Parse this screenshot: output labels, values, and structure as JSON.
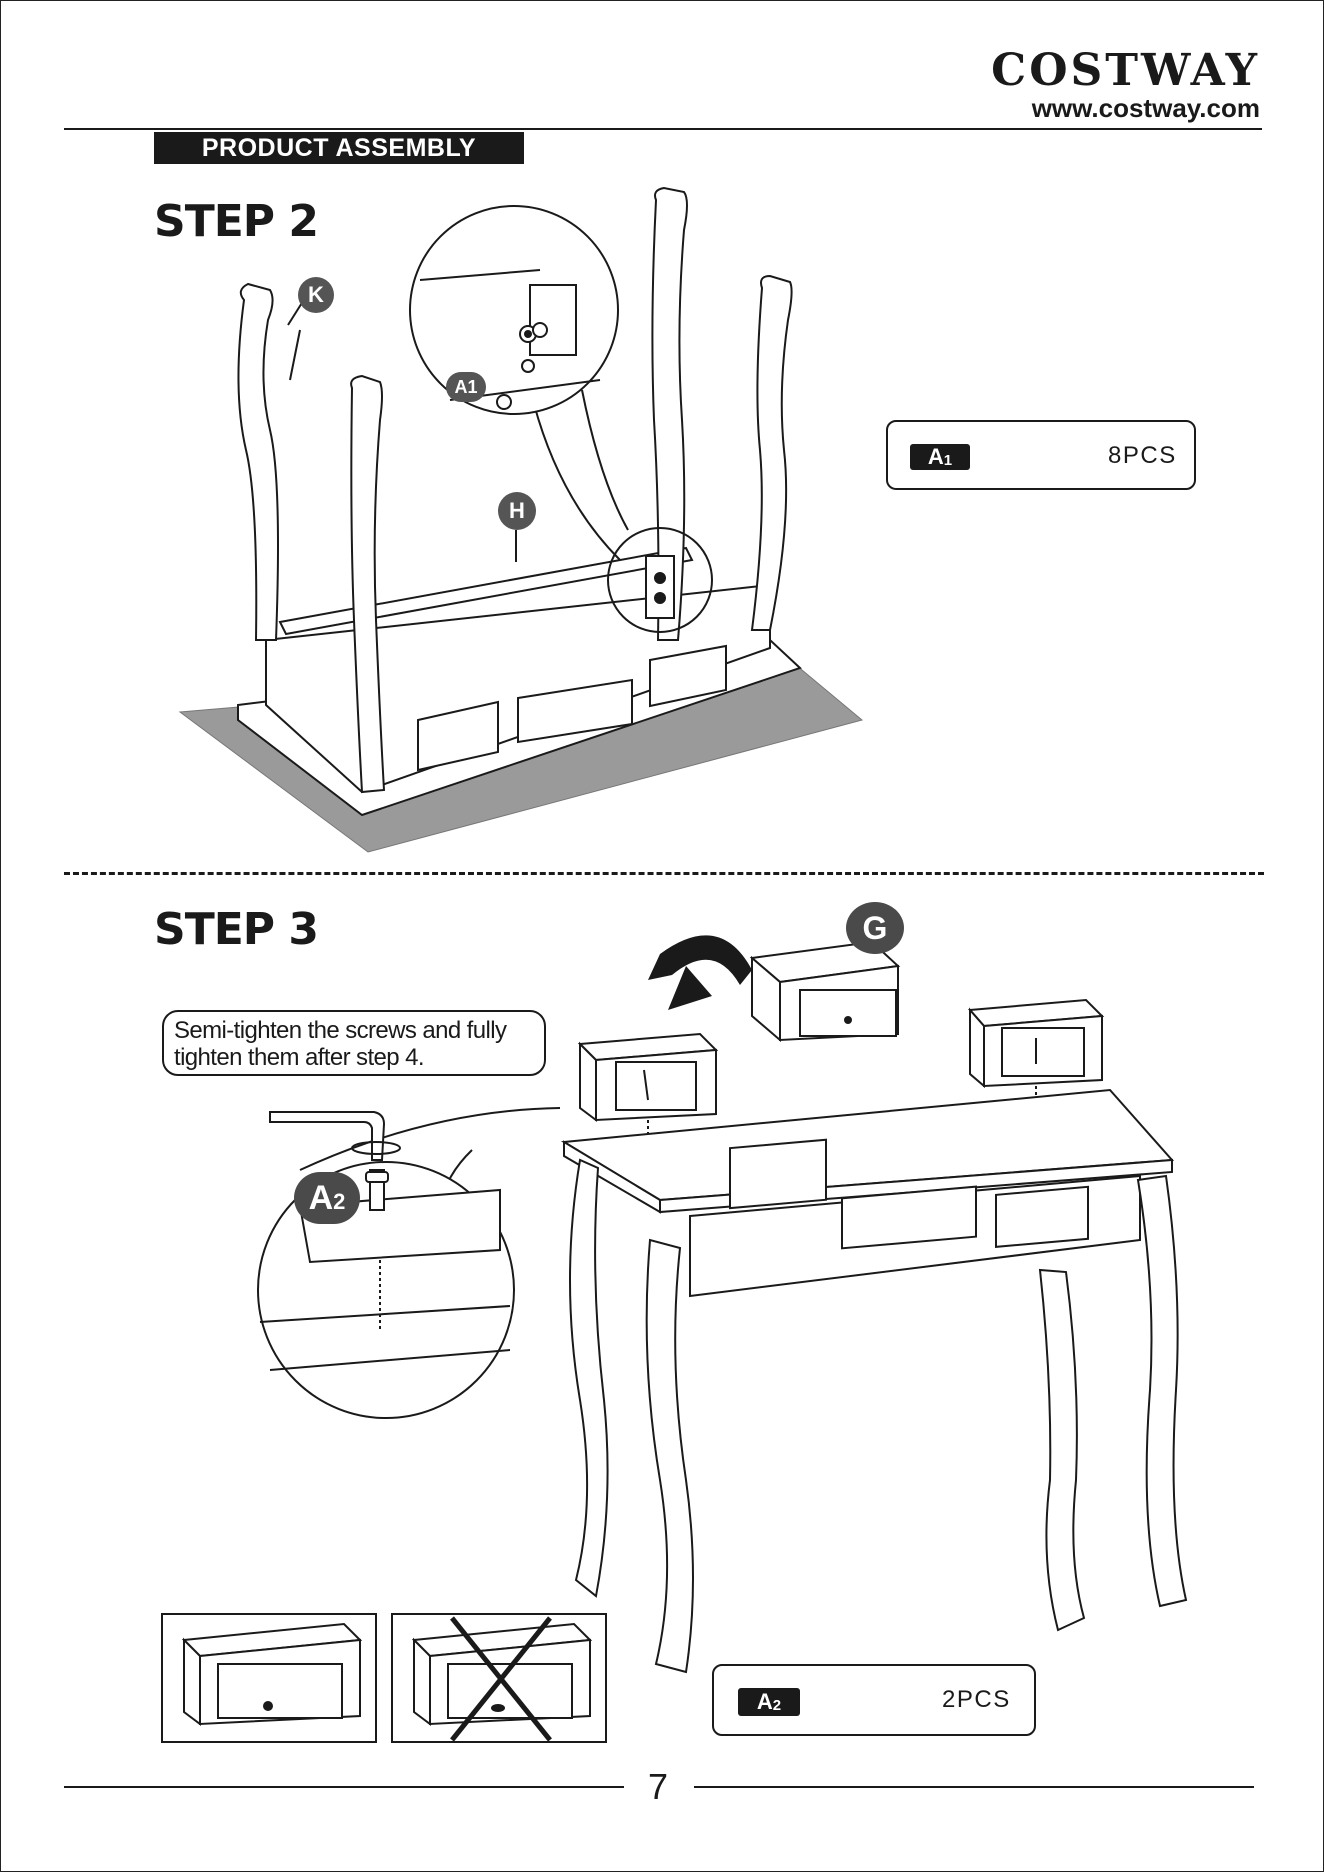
{
  "brand": {
    "name": "COSTWAY",
    "url": "www.costway.com"
  },
  "section": {
    "label": "PRODUCT ASSEMBLY"
  },
  "step2": {
    "title": "STEP 2",
    "labels": {
      "leg": "K",
      "apron": "H",
      "screw": "A1"
    },
    "parts": {
      "code_letter": "A",
      "code_index": "1",
      "quantity": "8PCS"
    }
  },
  "step3": {
    "title": "STEP 3",
    "note": {
      "line1": "Semi-tighten the screws and fully",
      "line2": "tighten them after step 4."
    },
    "labels": {
      "drawer": "G",
      "screw_letter": "A",
      "screw_index": "2"
    },
    "parts": {
      "code_letter": "A",
      "code_index": "2",
      "quantity": "2PCS"
    }
  },
  "page": {
    "number": "7"
  }
}
